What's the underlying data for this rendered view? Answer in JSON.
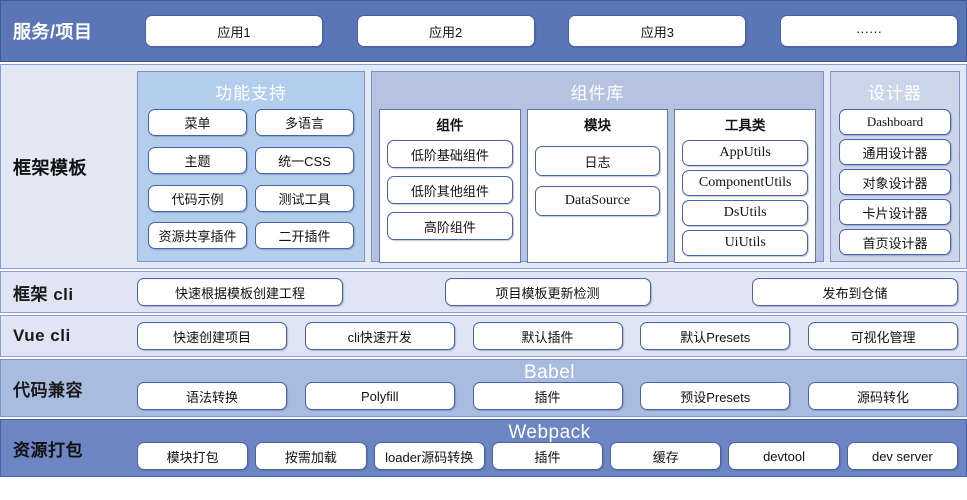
{
  "colors": {
    "header_blue": "#5b76b7",
    "template_bg": "#e3e8f5",
    "func_panel": "#b3cdec",
    "lib_panel": "#b5c2e0",
    "designer_panel": "#ccd6ea",
    "cli_row": "#dfe5f3",
    "babel_row": "#a8bce0",
    "webpack_row": "#6c86c4",
    "pill_border": "#4a63a8",
    "pill_fill": "#ffffff"
  },
  "rows": {
    "service": {
      "label": "服务/项目",
      "apps": [
        "应用1",
        "应用2",
        "应用3",
        "······"
      ]
    },
    "framework_template": {
      "label": "框架模板",
      "function_support": {
        "title": "功能支持",
        "items": [
          "菜单",
          "多语言",
          "主题",
          "统一CSS",
          "代码示例",
          "测试工具",
          "资源共享插件",
          "二开插件"
        ]
      },
      "component_library": {
        "title": "组件库",
        "columns": [
          {
            "title": "组件",
            "items": [
              "低阶基础组件",
              "低阶其他组件",
              "高阶组件"
            ]
          },
          {
            "title": "模块",
            "items": [
              "日志",
              "DataSource"
            ]
          },
          {
            "title": "工具类",
            "items": [
              "AppUtils",
              "ComponentUtils",
              "DsUtils",
              "UiUtils"
            ]
          }
        ]
      },
      "designer": {
        "title": "设计器",
        "items": [
          "Dashboard",
          "通用设计器",
          "对象设计器",
          "卡片设计器",
          "首页设计器"
        ]
      }
    },
    "framework_cli": {
      "label": "框架 cli",
      "items": [
        "快速根据模板创建工程",
        "项目模板更新检测",
        "发布到仓储"
      ]
    },
    "vue_cli": {
      "label": "Vue cli",
      "items": [
        "快速创建项目",
        "cli快速开发",
        "默认插件",
        "默认Presets",
        "可视化管理"
      ]
    },
    "code_compat": {
      "label": "代码兼容",
      "tech": "Babel",
      "items": [
        "语法转换",
        "Polyfill",
        "插件",
        "预设Presets",
        "源码转化"
      ]
    },
    "bundling": {
      "label": "资源打包",
      "tech": "Webpack",
      "items": [
        "模块打包",
        "按需加载",
        "loader源码转换",
        "插件",
        "缓存",
        "devtool",
        "dev server"
      ]
    }
  }
}
